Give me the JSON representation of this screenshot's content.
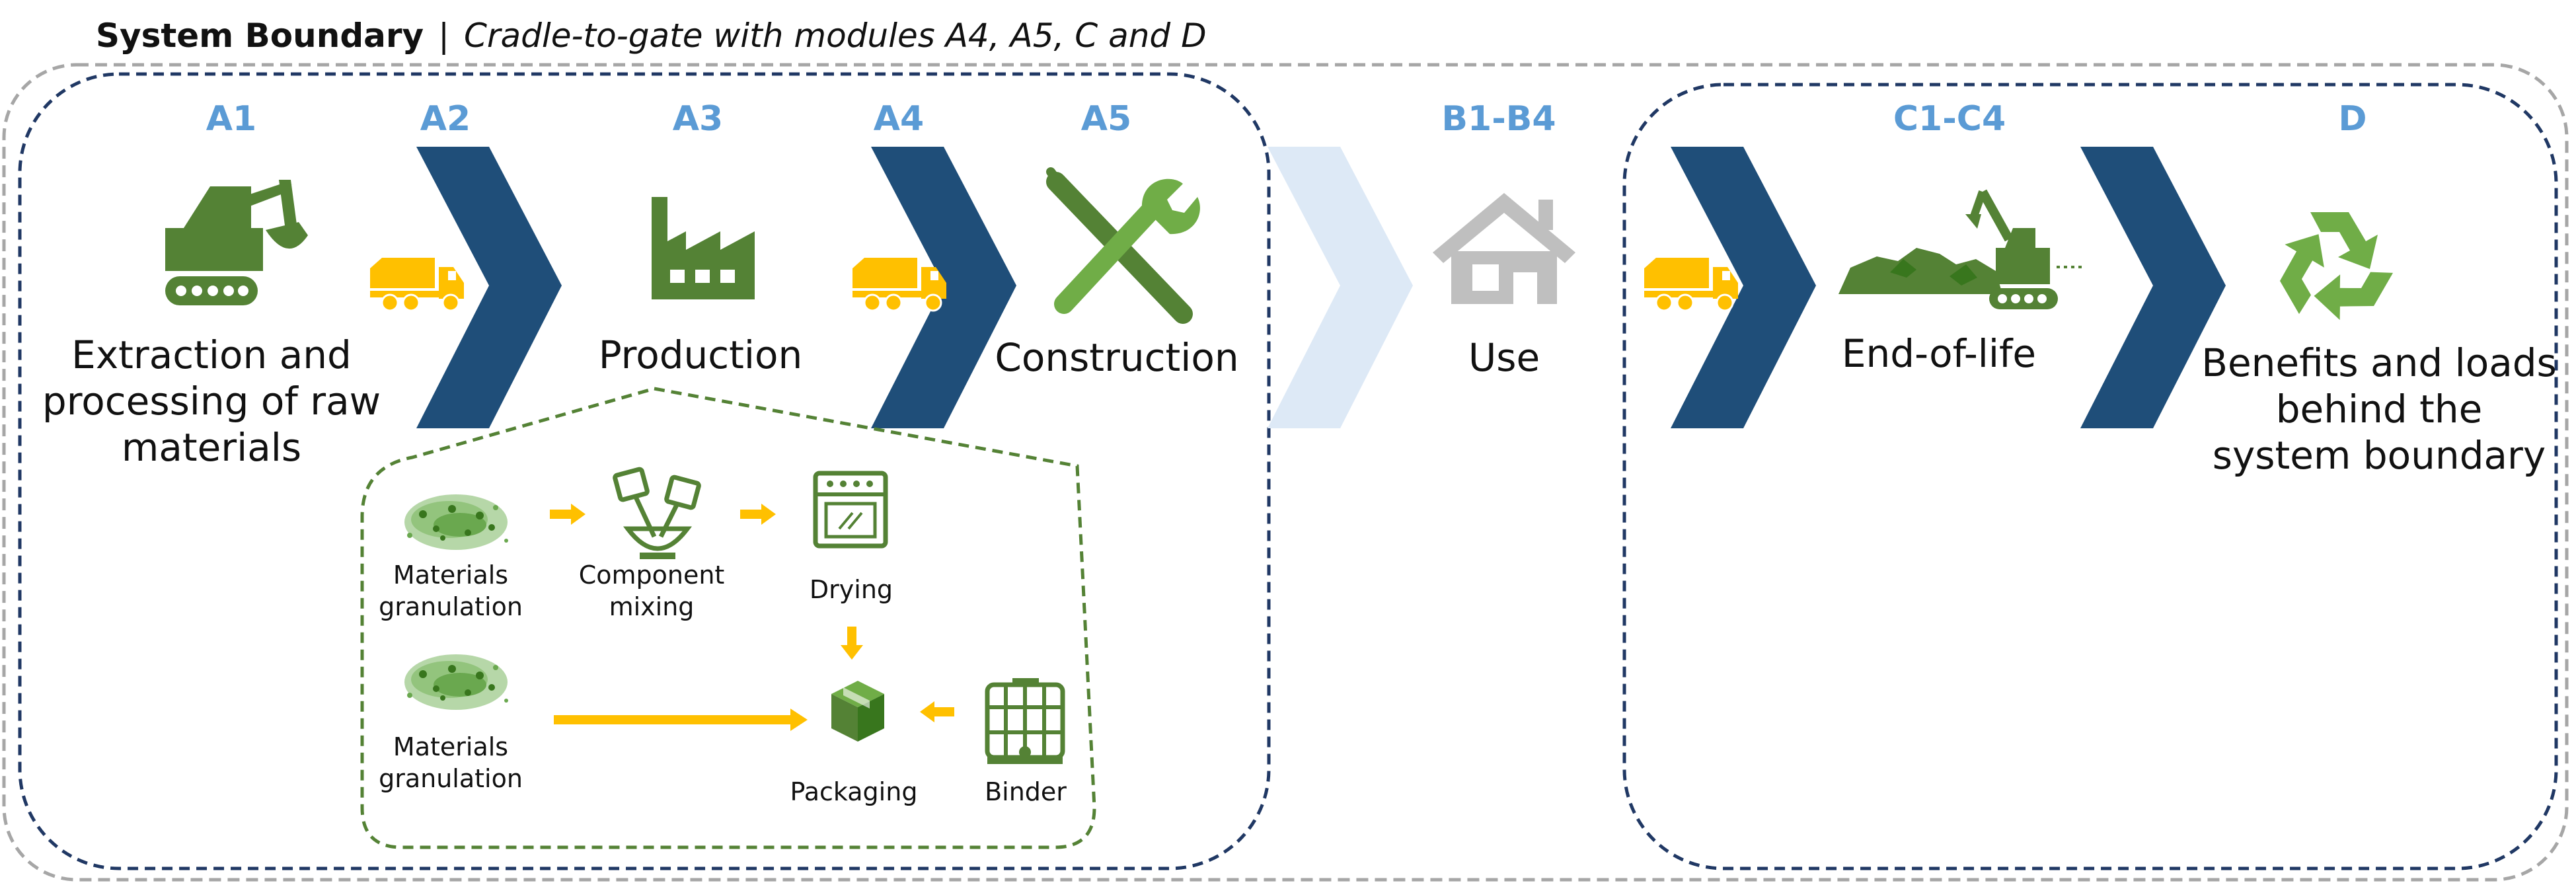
{
  "title": {
    "label": "System Boundary",
    "separator": "|",
    "subtitle": "Cradle-to-gate with modules A4, A5, C and D"
  },
  "modules": [
    {
      "code": "A1",
      "stage": "Extraction and processing of raw materials"
    },
    {
      "code": "A2",
      "stage": ""
    },
    {
      "code": "A3",
      "stage": "Production"
    },
    {
      "code": "A4",
      "stage": ""
    },
    {
      "code": "A5",
      "stage": "Construction"
    },
    {
      "code": "B1-B4",
      "stage": "Use"
    },
    {
      "code": "C1-C4",
      "stage": "End-of-life"
    },
    {
      "code": "D",
      "stage": "Benefits and loads behind the system boundary"
    }
  ],
  "production_steps": {
    "granulation_1": "Materials granulation",
    "mixing": "Component mixing",
    "drying": "Drying",
    "granulation_2": "Materials granulation",
    "packaging": "Packaging",
    "binder": "Binder"
  },
  "icons": {
    "a1": "excavator-icon",
    "transport": "dump-truck-icon",
    "a3": "factory-icon",
    "a5": "tools-icon",
    "b": "house-icon",
    "c": "demolition-excavator-icon",
    "d": "recycle-icon",
    "granulation": "granules-icon",
    "mixing": "mixing-bowl-icon",
    "drying": "oven-icon",
    "packaging": "box-icon",
    "binder": "ibc-tank-icon"
  },
  "colors": {
    "module_code": "#5b9bd5",
    "chevron": "#1f4e79",
    "chevron_faded": "#dde9f6",
    "icon_green": "#548235",
    "recycle_green": "#70ad47",
    "truck": "#ffc000",
    "arrow": "#ffc000",
    "house": "#bfbfbf",
    "outer_boundary": "#a6a6a6",
    "inner_boundary": "#203864",
    "production_boundary": "#548235"
  }
}
